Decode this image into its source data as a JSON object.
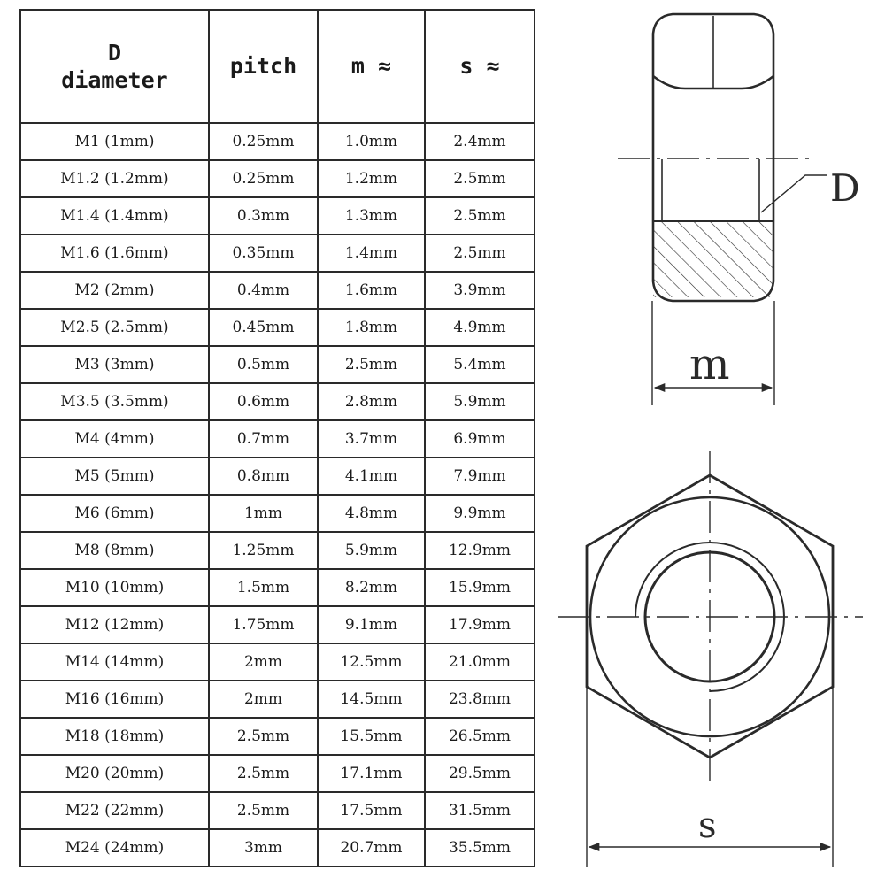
{
  "table": {
    "headers": {
      "d_line1": "D",
      "d_line2": "diameter",
      "pitch": "pitch",
      "m": "m ≈",
      "s": "s ≈"
    },
    "rows": [
      {
        "d": "M1  (1mm)",
        "pitch": "0.25mm",
        "m": "1.0mm",
        "s": "2.4mm"
      },
      {
        "d": "M1.2  (1.2mm)",
        "pitch": "0.25mm",
        "m": "1.2mm",
        "s": "2.5mm"
      },
      {
        "d": "M1.4  (1.4mm)",
        "pitch": "0.3mm",
        "m": "1.3mm",
        "s": "2.5mm"
      },
      {
        "d": "M1.6  (1.6mm)",
        "pitch": "0.35mm",
        "m": "1.4mm",
        "s": "2.5mm"
      },
      {
        "d": "M2  (2mm)",
        "pitch": "0.4mm",
        "m": "1.6mm",
        "s": "3.9mm"
      },
      {
        "d": "M2.5  (2.5mm)",
        "pitch": "0.45mm",
        "m": "1.8mm",
        "s": "4.9mm"
      },
      {
        "d": "M3  (3mm)",
        "pitch": "0.5mm",
        "m": "2.5mm",
        "s": "5.4mm"
      },
      {
        "d": "M3.5  (3.5mm)",
        "pitch": "0.6mm",
        "m": "2.8mm",
        "s": "5.9mm"
      },
      {
        "d": "M4  (4mm)",
        "pitch": "0.7mm",
        "m": "3.7mm",
        "s": "6.9mm"
      },
      {
        "d": "M5  (5mm)",
        "pitch": "0.8mm",
        "m": "4.1mm",
        "s": "7.9mm"
      },
      {
        "d": "M6  (6mm)",
        "pitch": "1mm",
        "m": "4.8mm",
        "s": "9.9mm"
      },
      {
        "d": "M8  (8mm)",
        "pitch": "1.25mm",
        "m": "5.9mm",
        "s": "12.9mm"
      },
      {
        "d": "M10  (10mm)",
        "pitch": "1.5mm",
        "m": "8.2mm",
        "s": "15.9mm"
      },
      {
        "d": "M12  (12mm)",
        "pitch": "1.75mm",
        "m": "9.1mm",
        "s": "17.9mm"
      },
      {
        "d": "M14  (14mm)",
        "pitch": "2mm",
        "m": "12.5mm",
        "s": "21.0mm"
      },
      {
        "d": "M16  (16mm)",
        "pitch": "2mm",
        "m": "14.5mm",
        "s": "23.8mm"
      },
      {
        "d": "M18  (18mm)",
        "pitch": "2.5mm",
        "m": "15.5mm",
        "s": "26.5mm"
      },
      {
        "d": "M20  (20mm)",
        "pitch": "2.5mm",
        "m": "17.1mm",
        "s": "29.5mm"
      },
      {
        "d": "M22  (22mm)",
        "pitch": "2.5mm",
        "m": "17.5mm",
        "s": "31.5mm"
      },
      {
        "d": "M24  (24mm)",
        "pitch": "3mm",
        "m": "20.7mm",
        "s": "35.5mm"
      }
    ]
  },
  "side_view": {
    "d_label": "D",
    "m_label": "m"
  },
  "top_view": {
    "s_label": "s"
  },
  "colors": {
    "line": "#2a2a2a",
    "background": "#ffffff"
  }
}
